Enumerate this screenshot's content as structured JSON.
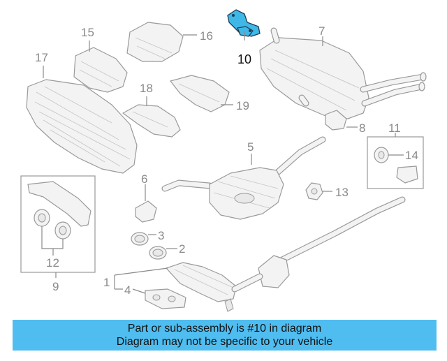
{
  "callouts": [
    {
      "id": "1",
      "text": "1"
    },
    {
      "id": "2",
      "text": "2"
    },
    {
      "id": "3",
      "text": "3"
    },
    {
      "id": "4",
      "text": "4"
    },
    {
      "id": "5",
      "text": "5"
    },
    {
      "id": "6",
      "text": "6"
    },
    {
      "id": "7",
      "text": "7"
    },
    {
      "id": "8",
      "text": "8"
    },
    {
      "id": "9",
      "text": "9"
    },
    {
      "id": "10",
      "text": "10"
    },
    {
      "id": "11",
      "text": "11"
    },
    {
      "id": "12",
      "text": "12"
    },
    {
      "id": "13",
      "text": "13"
    },
    {
      "id": "14",
      "text": "14"
    },
    {
      "id": "15",
      "text": "15"
    },
    {
      "id": "16",
      "text": "16"
    },
    {
      "id": "17",
      "text": "17"
    },
    {
      "id": "18",
      "text": "18"
    },
    {
      "id": "19",
      "text": "19"
    }
  ],
  "highlighted_part": "10",
  "colors": {
    "highlight": "#3fb8e8",
    "banner": "#4fbdf0"
  },
  "banner": {
    "line1": "Part or sub-assembly is #10 in diagram",
    "line2": "Diagram may not be specific to your vehicle"
  }
}
